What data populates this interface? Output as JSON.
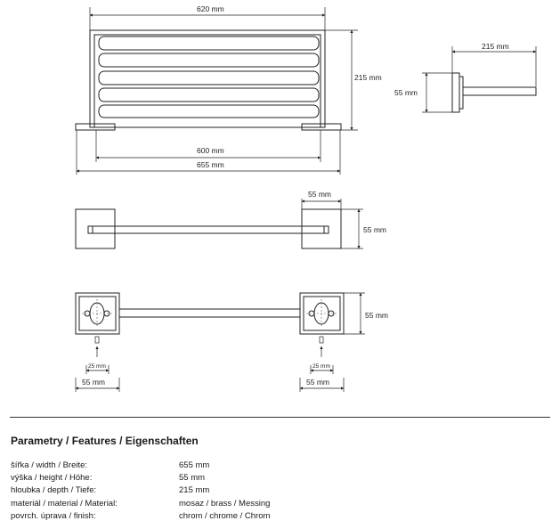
{
  "drawing": {
    "front": {
      "top_width": "620 mm",
      "height": "215 mm",
      "inner_width": "600 mm",
      "total_width": "655 mm"
    },
    "side": {
      "depth": "215 mm",
      "height": "55 mm"
    },
    "top_view": {
      "base": "55 mm",
      "height": "55 mm"
    },
    "mount_view": {
      "height": "55 mm",
      "left_hole": "25 mm",
      "left_base": "55 mm",
      "right_hole": "25 mm",
      "right_base": "55 mm"
    }
  },
  "parameters": {
    "title": "Parametry / Features / Eigenschaften",
    "rows": [
      {
        "label": "šířka / width / Breite:",
        "value": "655 mm"
      },
      {
        "label": "výška / height / Höhe:",
        "value": "55 mm"
      },
      {
        "label": "hloubka / depth / Tiefe:",
        "value": "215 mm"
      },
      {
        "label": "materiál / material / Material:",
        "value": "mosaz / brass / Messing"
      },
      {
        "label": "povrch. úprava / finish:",
        "value": "chrom / chrome / Chrom"
      }
    ]
  }
}
